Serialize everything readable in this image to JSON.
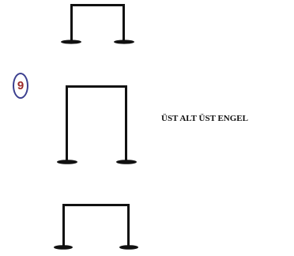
{
  "badge": {
    "number": "9",
    "border_color": "#3b3f8f",
    "text_color": "#9c2a2a"
  },
  "caption": "ÜST ALT ÜST ENGEL",
  "shapes": {
    "count": 3,
    "description_color": "#111111"
  }
}
